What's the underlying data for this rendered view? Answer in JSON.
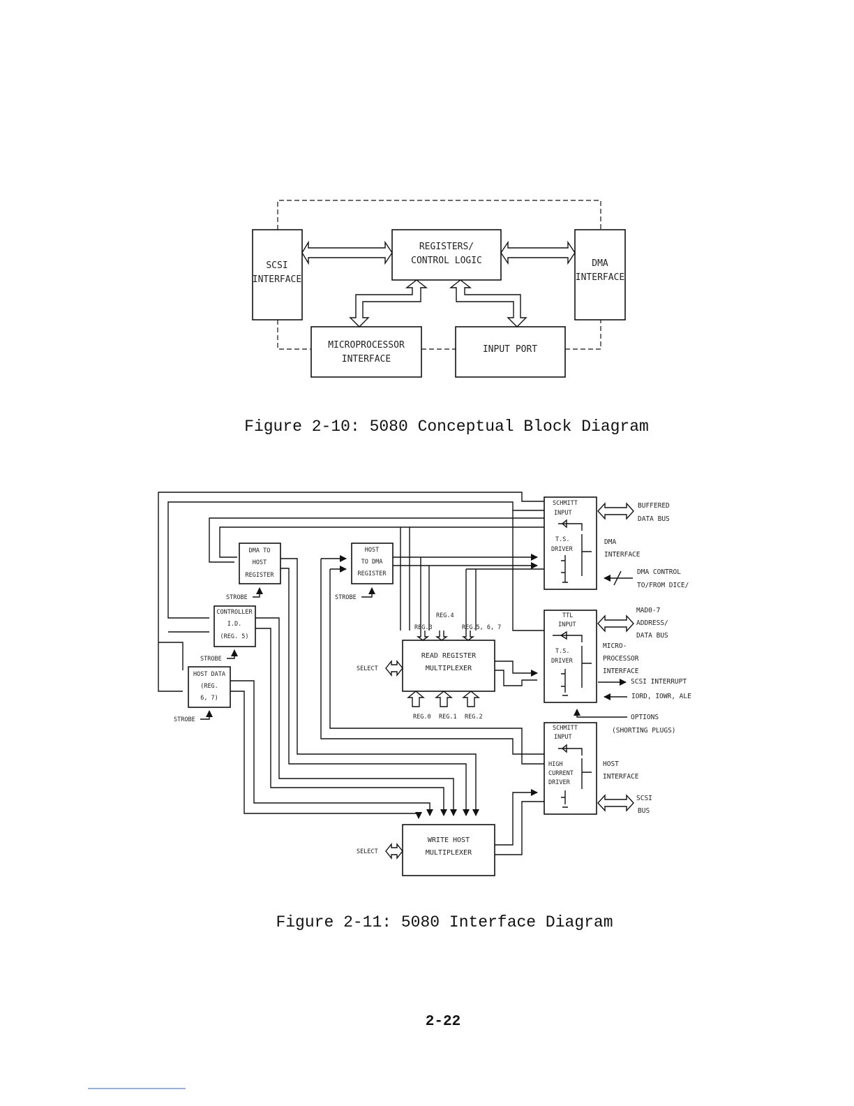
{
  "fig10": {
    "scsi": [
      "SCSI",
      "INTERFACE"
    ],
    "registers": [
      "REGISTERS/",
      "CONTROL LOGIC"
    ],
    "dma": [
      "DMA",
      "INTERFACE"
    ],
    "micro": [
      "MICROPROCESSOR",
      "INTERFACE"
    ],
    "input_port": "INPUT PORT",
    "caption": "Figure 2-10: 5080 Conceptual Block Diagram"
  },
  "fig11": {
    "dma_to_host": [
      "DMA TO",
      "HOST",
      "REGISTER"
    ],
    "host_to_dma": [
      "HOST",
      "TO DMA",
      "REGISTER"
    ],
    "controller_id": [
      "CONTROLLER",
      "I.D.",
      "(REG. 5)"
    ],
    "host_data": [
      "HOST DATA",
      "(REG.",
      "6, 7)"
    ],
    "strobe": "STROBE",
    "select": "SELECT",
    "read_mux": [
      "READ REGISTER",
      "MULTIPLEXER"
    ],
    "write_mux": [
      "WRITE HOST",
      "MULTIPLEXER"
    ],
    "reg_top": [
      "REG.3",
      "REG.4",
      "REG.5, 6, 7"
    ],
    "reg_bottom": [
      "REG.0",
      "REG.1",
      "REG.2"
    ],
    "dma_block": [
      "SCHMITT",
      "INPUT",
      "T.S.",
      "DRIVER"
    ],
    "micro_block": [
      "TTL",
      "INPUT",
      "T.S.",
      "DRIVER"
    ],
    "host_block": [
      "SCHMITT",
      "INPUT",
      "HIGH",
      "CURRENT",
      "DRIVER"
    ],
    "right": {
      "buffered": [
        "BUFFERED",
        "DATA BUS"
      ],
      "dma_iface": [
        "DMA",
        "INTERFACE"
      ],
      "dma_control": [
        "DMA CONTROL",
        "TO/FROM DICE/"
      ],
      "mad": [
        "MAD0-7",
        "ADDRESS/",
        "DATA BUS"
      ],
      "micro_iface": [
        "MICRO-",
        "PROCESSOR",
        "INTERFACE"
      ],
      "scsi_interrupt": "SCSI INTERRUPT",
      "iord": "IORD, IOWR, ALE",
      "options": [
        "OPTIONS",
        "(SHORTING PLUGS)"
      ],
      "host_iface": [
        "HOST",
        "INTERFACE"
      ],
      "scsi_bus": [
        "SCSI",
        "BUS"
      ]
    },
    "caption": "Figure 2-11: 5080 Interface Diagram"
  },
  "page_number": "2-22"
}
